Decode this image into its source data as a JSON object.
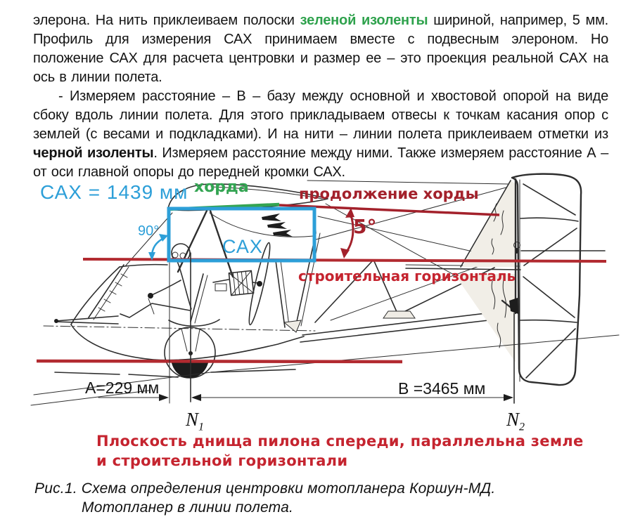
{
  "colors": {
    "blue": "#2D9FD8",
    "green": "#33A452",
    "dark_red": "#A3212B",
    "line_red": "#B22A30",
    "bright_red": "#C5242F",
    "ink": "#1E1E1E"
  },
  "paragraphs": [
    {
      "runs": [
        {
          "text": "элерона. На нить приклеиваем полоски "
        },
        {
          "text": "зеленой изоленты",
          "bold": true,
          "color": "#2FA24D"
        },
        {
          "text": " шириной, например, 5 мм. Профиль для измерения САХ принимаем вместе с подвесным элероном. Но положение САХ для расчета центровки и размер ее – это проекция реальной САХ на ось в линии полета."
        }
      ]
    },
    {
      "runs": [
        {
          "text": "- Измеряем расстояние – В – базу между основной и хвостовой опорой на виде сбоку вдоль линии полета. Для этого прикладываем отвесы к точкам касания опор с землей (с весами и подкладками). И на нити – линии полета приклеиваем отметки из "
        },
        {
          "text": "черной изоленты",
          "bold": true
        },
        {
          "text": ". Измеряем расстояние между ними. Также измеряем расстояние А – от оси главной опоры до передней кромки САХ."
        }
      ]
    }
  ],
  "diagram": {
    "sah_value": "САХ = 1439 мм",
    "chord_label": "хорда",
    "chord_extension_label": "продолжение хорды",
    "angle_90": "90°",
    "sah_box_label": "САХ",
    "angle_5": "5°",
    "horizontal_label": "строительная горизонталь",
    "dim_a": "A=229 мм",
    "dim_b": "B =3465 мм",
    "n1": {
      "base": "N",
      "sub": "1"
    },
    "n2": {
      "base": "N",
      "sub": "2"
    },
    "note_line1": "Плоскость днища пилона спереди, параллельна земле",
    "note_line2": "и строительной горизонтали"
  },
  "caption": {
    "line1": "Рис.1. Схема определения центровки мотопланера Коршун-МД.",
    "line2": "Мотопланер в линии полета."
  }
}
